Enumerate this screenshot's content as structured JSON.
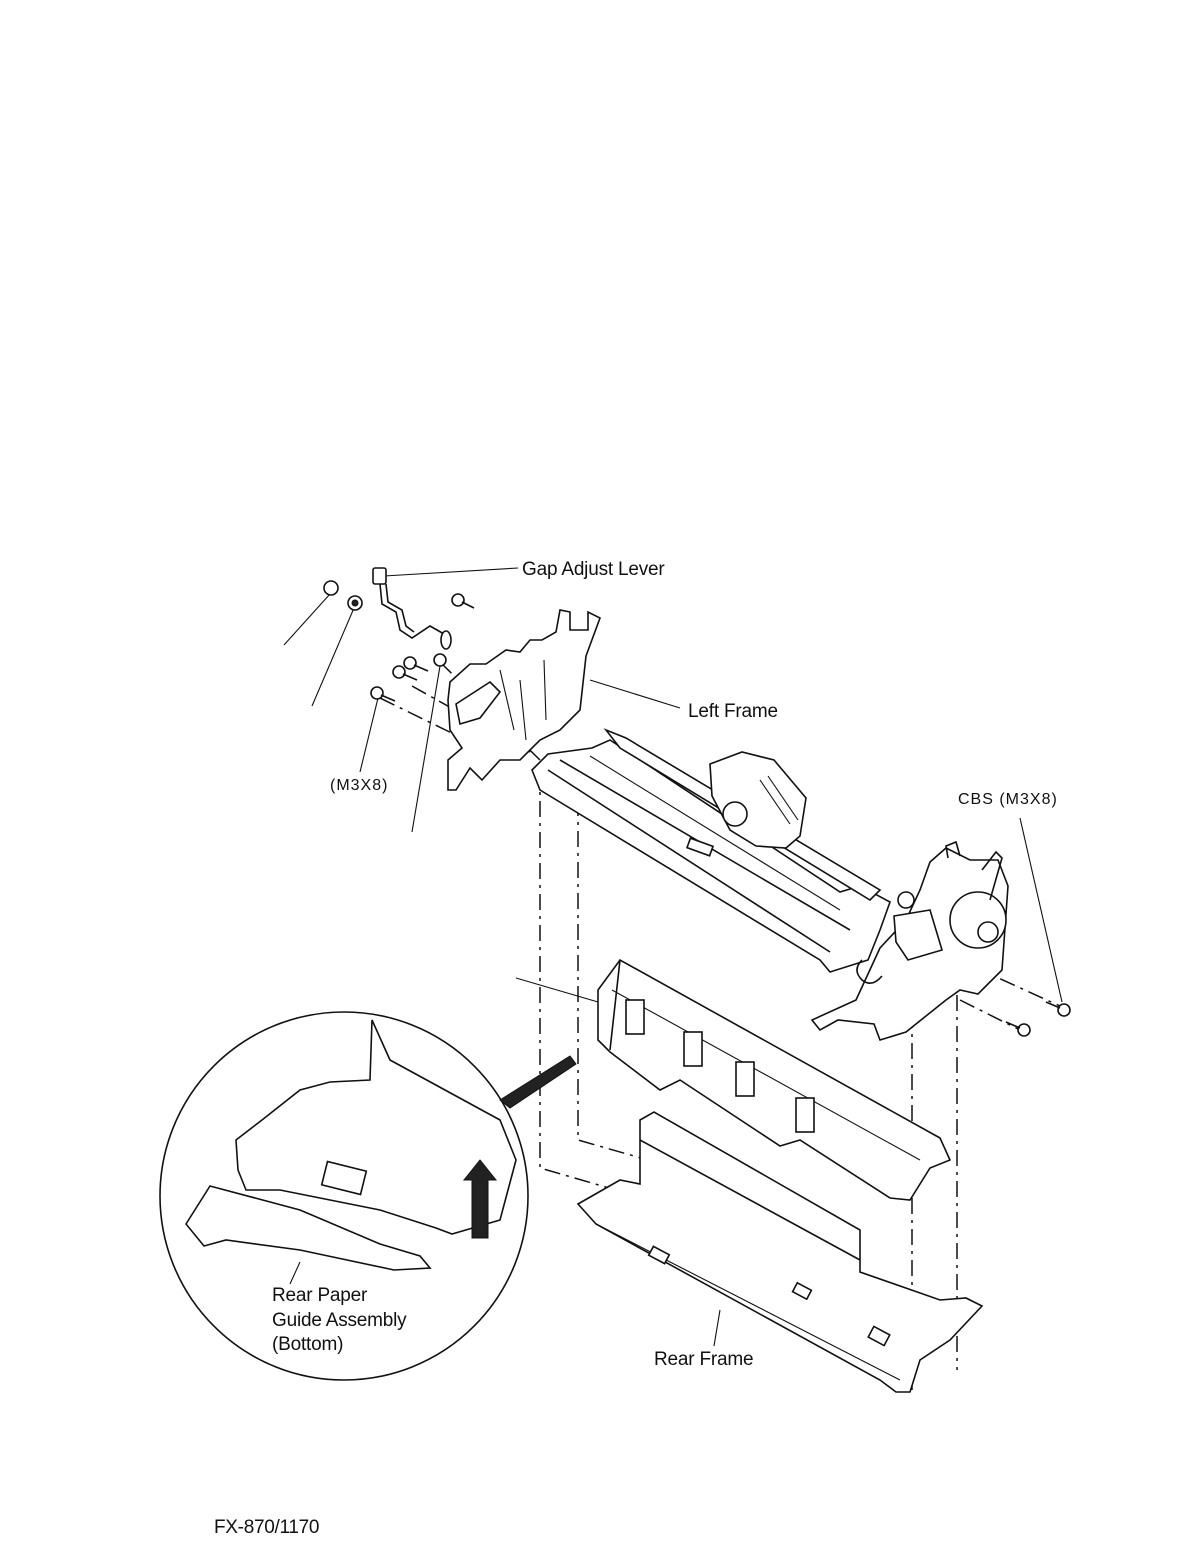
{
  "figure": {
    "labels": {
      "gap_adjust_lever": "Gap Adjust Lever",
      "left_frame": "Left Frame",
      "screw_left": "(M3X8)",
      "screw_right": "CBS (M3X8)",
      "rear_paper_guide": [
        "Rear Paper",
        "Guide Assembly",
        "(Bottom)"
      ],
      "rear_frame": "Rear Frame"
    }
  },
  "footer": {
    "model": "FX-870/1170"
  },
  "colors": {
    "ink": "#111111",
    "paper": "#ffffff"
  }
}
